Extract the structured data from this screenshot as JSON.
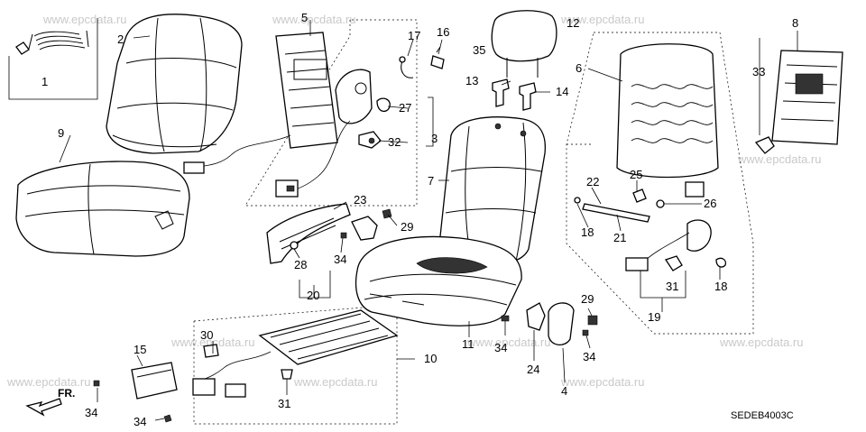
{
  "diagram_code": "SEDEB4003C",
  "direction_label": "FR.",
  "watermark_text": "www.epcdata.ru",
  "callouts": [
    {
      "id": "c1",
      "label": "1"
    },
    {
      "id": "c2",
      "label": "2"
    },
    {
      "id": "c3",
      "label": "3"
    },
    {
      "id": "c4",
      "label": "4"
    },
    {
      "id": "c5",
      "label": "5"
    },
    {
      "id": "c6",
      "label": "6"
    },
    {
      "id": "c7",
      "label": "7"
    },
    {
      "id": "c8",
      "label": "8"
    },
    {
      "id": "c9",
      "label": "9"
    },
    {
      "id": "c10",
      "label": "10"
    },
    {
      "id": "c11",
      "label": "11"
    },
    {
      "id": "c12",
      "label": "12"
    },
    {
      "id": "c13",
      "label": "13"
    },
    {
      "id": "c14",
      "label": "14"
    },
    {
      "id": "c15",
      "label": "15"
    },
    {
      "id": "c16",
      "label": "16"
    },
    {
      "id": "c17",
      "label": "17"
    },
    {
      "id": "c18a",
      "label": "18"
    },
    {
      "id": "c18b",
      "label": "18"
    },
    {
      "id": "c19",
      "label": "19"
    },
    {
      "id": "c20",
      "label": "20"
    },
    {
      "id": "c21",
      "label": "21"
    },
    {
      "id": "c22",
      "label": "22"
    },
    {
      "id": "c23",
      "label": "23"
    },
    {
      "id": "c24",
      "label": "24"
    },
    {
      "id": "c25",
      "label": "25"
    },
    {
      "id": "c26",
      "label": "26"
    },
    {
      "id": "c27",
      "label": "27"
    },
    {
      "id": "c28",
      "label": "28"
    },
    {
      "id": "c29a",
      "label": "29"
    },
    {
      "id": "c29b",
      "label": "29"
    },
    {
      "id": "c30",
      "label": "30"
    },
    {
      "id": "c31a",
      "label": "31"
    },
    {
      "id": "c31b",
      "label": "31"
    },
    {
      "id": "c32",
      "label": "32"
    },
    {
      "id": "c33",
      "label": "33"
    },
    {
      "id": "c34a",
      "label": "34"
    },
    {
      "id": "c34b",
      "label": "34"
    },
    {
      "id": "c34c",
      "label": "34"
    },
    {
      "id": "c34d",
      "label": "34"
    },
    {
      "id": "c34e",
      "label": "34"
    },
    {
      "id": "c35",
      "label": "35"
    }
  ]
}
